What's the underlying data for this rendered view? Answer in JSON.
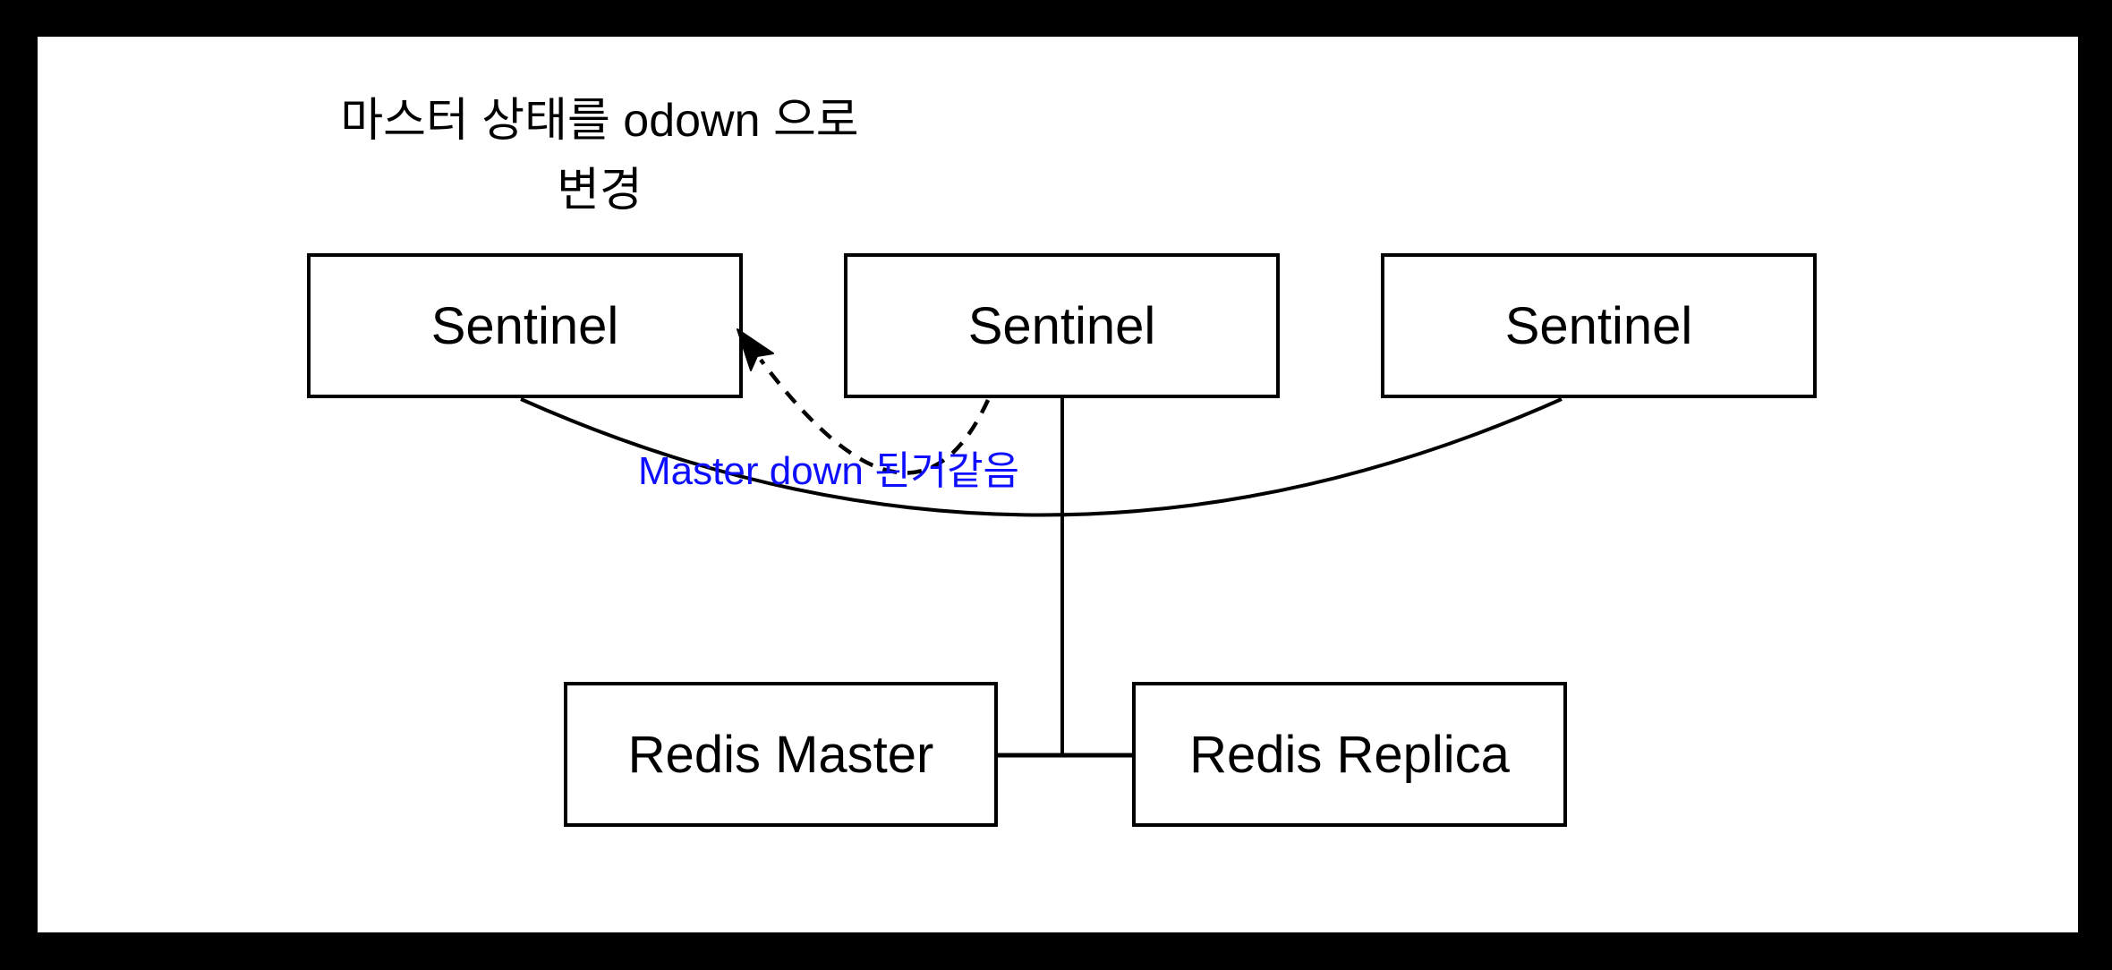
{
  "diagram": {
    "title_note": {
      "text": "마스터 상태를 odown 으로 변경",
      "line1": "마스터 상태를 odown 으로",
      "line2": "변경"
    },
    "nodes": [
      {
        "id": "sentinel-1",
        "label": "Sentinel"
      },
      {
        "id": "sentinel-2",
        "label": "Sentinel"
      },
      {
        "id": "sentinel-3",
        "label": "Sentinel"
      },
      {
        "id": "redis-master",
        "label": "Redis Master"
      },
      {
        "id": "redis-replica",
        "label": "Redis Replica"
      }
    ],
    "annotation": {
      "text": "Master down 된거같음",
      "color": "#0f0fff"
    },
    "edges": [
      {
        "id": "sentinel-mesh-curve",
        "style": "solid-curve",
        "from": "sentinel-1",
        "to": "sentinel-3"
      },
      {
        "id": "sentinel2-to-redis-line",
        "style": "solid-vertical",
        "from": "sentinel-2",
        "to": "master-replica-connector"
      },
      {
        "id": "master-replica-connector",
        "style": "solid-horizontal",
        "from": "redis-master",
        "to": "redis-replica"
      },
      {
        "id": "odown-dashed-arrow",
        "style": "dashed-arrow",
        "from": "sentinel-2",
        "to": "sentinel-1"
      }
    ]
  },
  "colors": {
    "background": "#ffffff",
    "frame": "#000000",
    "stroke": "#000000",
    "annotation_blue": "#0f0fff"
  }
}
